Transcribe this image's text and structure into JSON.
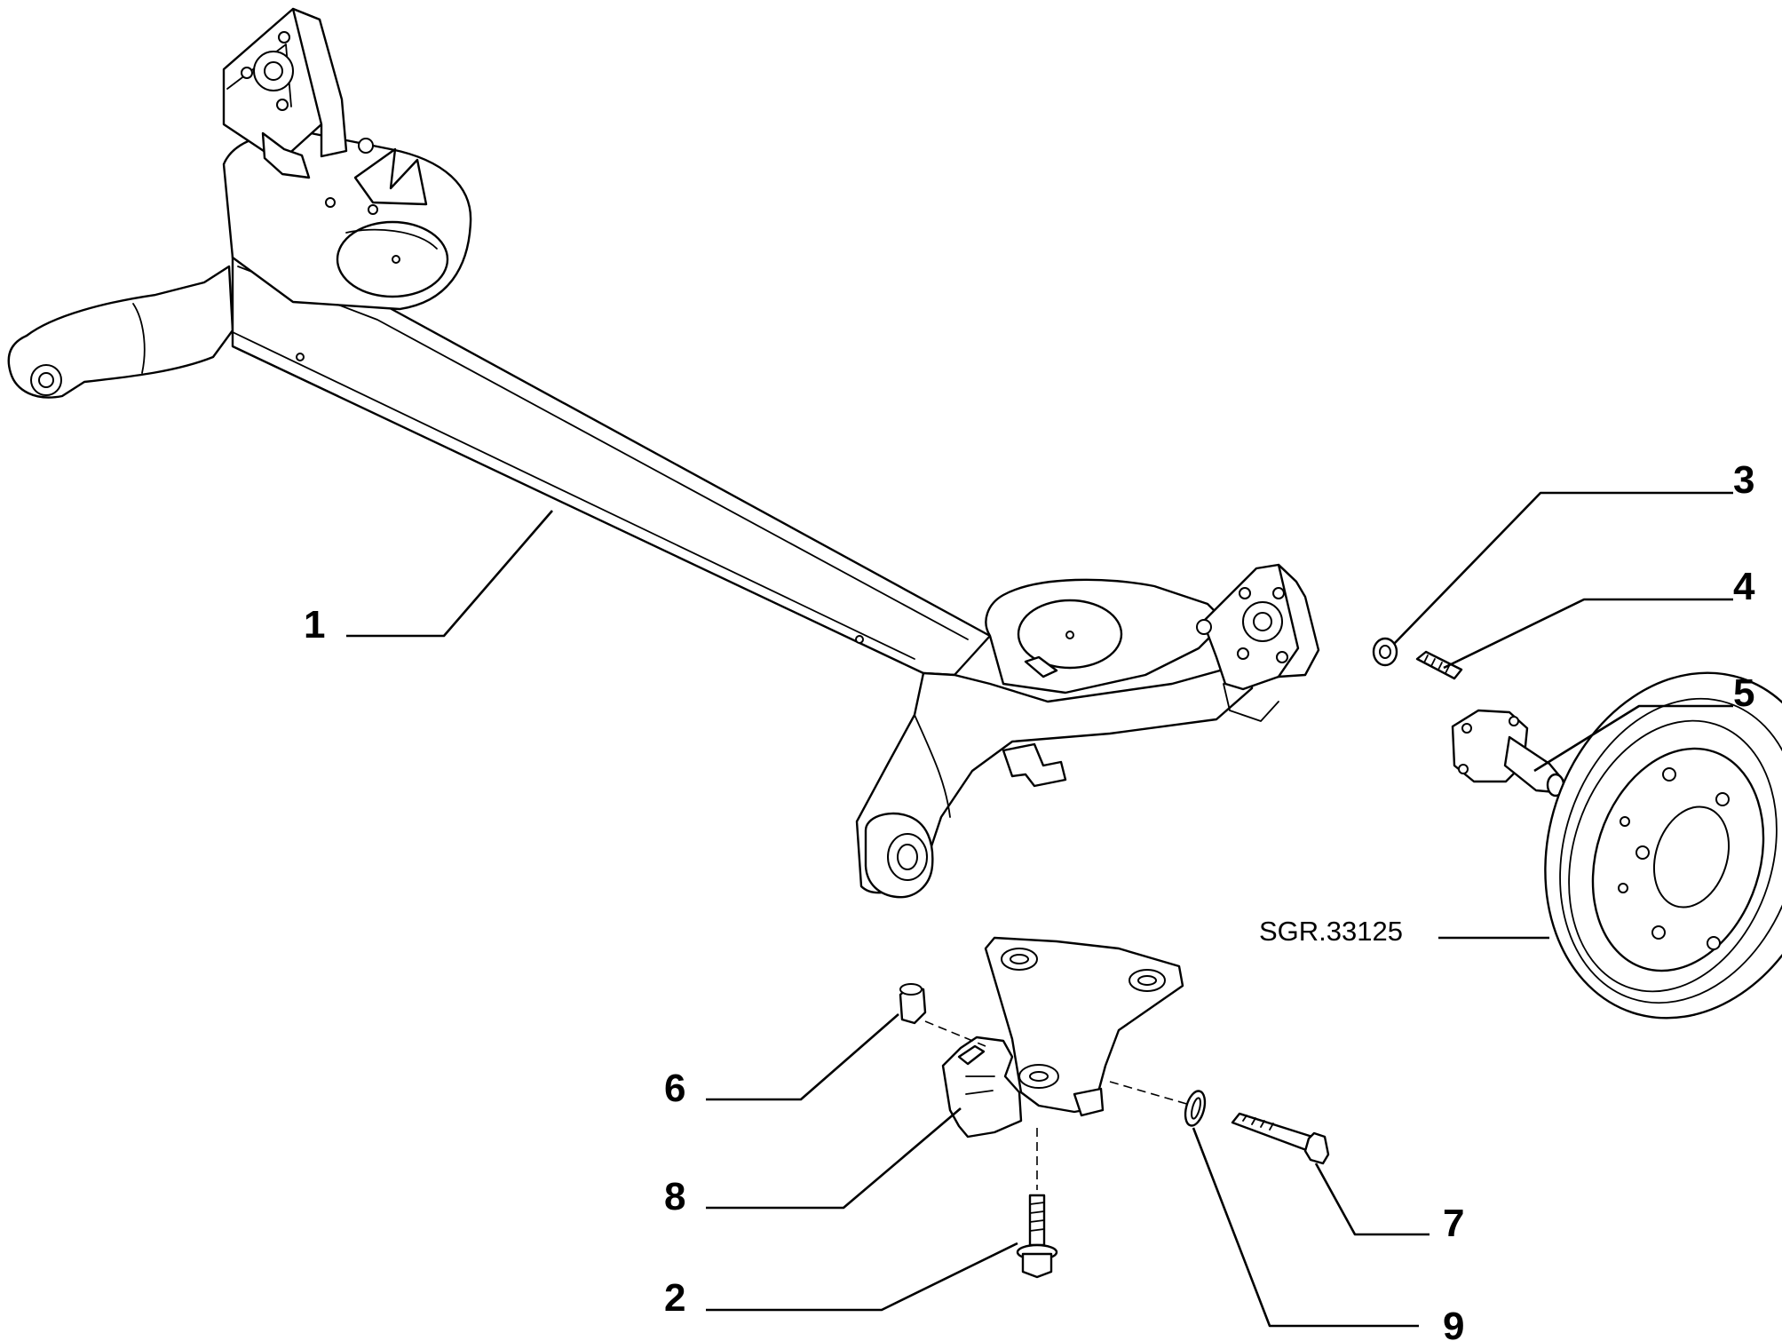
{
  "diagram": {
    "callouts": [
      {
        "id": "callout-1",
        "label": "1"
      },
      {
        "id": "callout-2",
        "label": "2"
      },
      {
        "id": "callout-3",
        "label": "3"
      },
      {
        "id": "callout-4",
        "label": "4"
      },
      {
        "id": "callout-5",
        "label": "5"
      },
      {
        "id": "callout-6",
        "label": "6"
      },
      {
        "id": "callout-7",
        "label": "7"
      },
      {
        "id": "callout-8",
        "label": "8"
      },
      {
        "id": "callout-9",
        "label": "9"
      }
    ],
    "reference": "SGR.33125"
  },
  "colors": {
    "line": "#000000",
    "background": "#ffffff"
  }
}
